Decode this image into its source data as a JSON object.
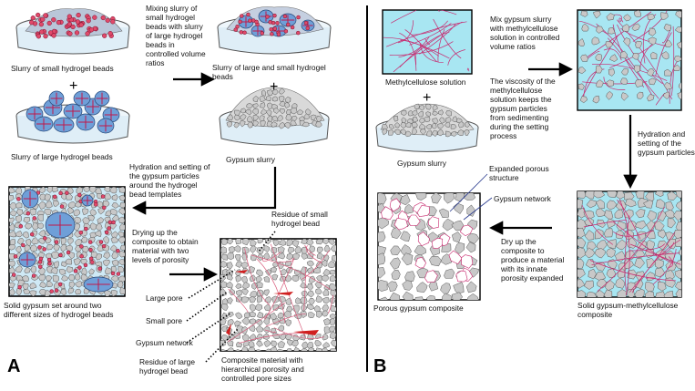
{
  "panel_a": {
    "letter": "A",
    "slurry_small_label": "Slurry of small hydrogel beads",
    "slurry_large_label": "Slurry of large hydrogel beads",
    "mixing_text": [
      "Mixing slurry of",
      "small hydrogel",
      "beads with slurry",
      "of large hydrogel",
      "beads in",
      "controlled volume",
      "ratios"
    ],
    "slurry_mixed_label": [
      "Slurry of large and small hydrogel",
      "beads"
    ],
    "gypsum_slurry_label": "Gypsum slurry",
    "hydration_text": [
      "Hydration and setting of",
      "the gypsum particles",
      "around the hydrogel",
      "bead templates"
    ],
    "drying_text": [
      "Drying up the",
      "composite to obtain",
      "material with two",
      "levels of porosity"
    ],
    "solid_label": [
      "Solid gypsum set around two",
      "different sizes of hydrogel beads"
    ],
    "residue_small_label": [
      "Residue of small",
      "hydrogel bead"
    ],
    "large_pore_label": "Large pore",
    "small_pore_label": "Small pore",
    "gypsum_network_label": "Gypsum network",
    "residue_large_label": [
      "Residue of large",
      "hydrogel bead"
    ],
    "composite_label": [
      "Composite material with",
      "hierarchical porosity and",
      "controlled pore sizes"
    ]
  },
  "panel_b": {
    "letter": "B",
    "methylcellulose_label": "Methylcellulose solution",
    "gypsum_slurry_label": "Gypsum slurry",
    "mix_text": [
      "Mix gypsum slurry",
      "with methylcellulose",
      "solution in controlled",
      "volume ratios"
    ],
    "viscosity_text": [
      "The viscosity of the",
      "methylcellulose",
      "solution keeps the",
      "gypsum particles",
      "from sedimenting",
      "during the setting",
      "process"
    ],
    "hydration_text": [
      "Hydration and",
      "setting of the",
      "gypsum particles"
    ],
    "expanded_label": [
      "Expanded porous",
      "structure"
    ],
    "network_label": "Gypsum network",
    "dry_text": [
      "Dry up the",
      "composite to",
      "produce a material",
      "with its innate",
      "porosity expanded"
    ],
    "porous_label": "Porous gypsum composite",
    "solid_label": [
      "Solid gypsum-methylcellulose",
      "composite"
    ]
  },
  "colors": {
    "gypsum_fill": "#c8c8c8",
    "gypsum_stroke": "#555555",
    "bead_fill": "#6f9fd8",
    "bead_line": "#c0184a",
    "solution": "#a8e6f2",
    "fiber": "#c8286e",
    "residue": "#d02020"
  }
}
